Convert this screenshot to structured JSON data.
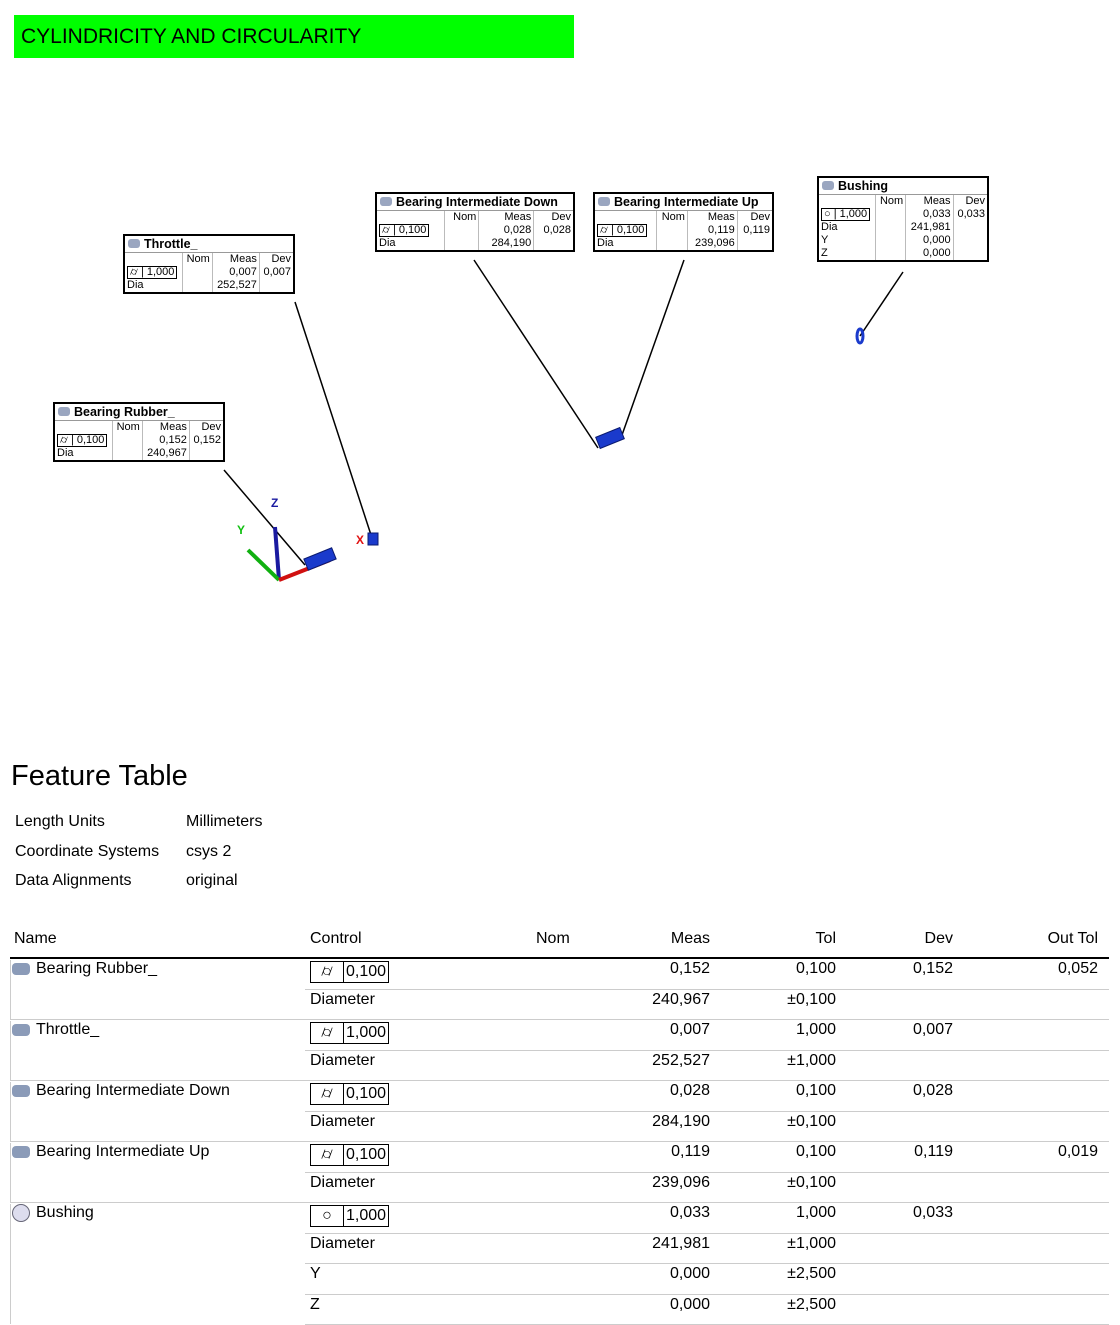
{
  "banner": "CYLINDRICITY AND CIRCULARITY",
  "axes": {
    "x": "X",
    "y": "Y",
    "z": "Z"
  },
  "callouts": [
    {
      "name": "Throttle_",
      "icon": "cylinder-icon",
      "sym": "⌭",
      "tol": "1,000",
      "meas": "0,007",
      "dev": "0,007",
      "dia": "252,527",
      "extra": []
    },
    {
      "name": "Bearing Rubber_",
      "icon": "cylinder-icon",
      "sym": "⌭",
      "tol": "0,100",
      "meas": "0,152",
      "dev": "0,152",
      "dia": "240,967",
      "extra": []
    },
    {
      "name": "Bearing Intermediate Down",
      "icon": "cylinder-icon",
      "sym": "⌭",
      "tol": "0,100",
      "meas": "0,028",
      "dev": "0,028",
      "dia": "284,190",
      "extra": []
    },
    {
      "name": "Bearing Intermediate Up",
      "icon": "cylinder-icon",
      "sym": "⌭",
      "tol": "0,100",
      "meas": "0,119",
      "dev": "0,119",
      "dia": "239,096",
      "extra": []
    },
    {
      "name": "Bushing",
      "icon": "circle-icon",
      "sym": "○",
      "tol": "1,000",
      "meas": "0,033",
      "dev": "0,033",
      "dia": "241,981",
      "extra": [
        [
          "Y",
          "0,000"
        ],
        [
          "Z",
          "0,000"
        ]
      ]
    }
  ],
  "callout_headers": {
    "nom": "Nom",
    "meas": "Meas",
    "dev": "Dev",
    "dia": "Dia"
  },
  "feature_table": {
    "title": "Feature Table",
    "meta": [
      [
        "Length Units",
        "Millimeters"
      ],
      [
        "Coordinate Systems",
        "csys 2"
      ],
      [
        "Data Alignments",
        "original"
      ]
    ],
    "columns": [
      "Name",
      "Control",
      "Nom",
      "Meas",
      "Tol",
      "Dev",
      "Out Tol"
    ],
    "features": [
      {
        "name": "Bearing Rubber_",
        "icon": "cylinder",
        "rows": [
          {
            "control": "⌭",
            "tol_box": "0,100",
            "meas": "0,152",
            "tol": "0,100",
            "dev": "0,152",
            "out": "0,052"
          },
          {
            "control": "Diameter",
            "meas": "240,967",
            "tol": "±0,100"
          }
        ]
      },
      {
        "name": "Throttle_",
        "icon": "cylinder",
        "rows": [
          {
            "control": "⌭",
            "tol_box": "1,000",
            "meas": "0,007",
            "tol": "1,000",
            "dev": "0,007",
            "out": ""
          },
          {
            "control": "Diameter",
            "meas": "252,527",
            "tol": "±1,000"
          }
        ]
      },
      {
        "name": "Bearing Intermediate Down",
        "icon": "cylinder",
        "rows": [
          {
            "control": "⌭",
            "tol_box": "0,100",
            "meas": "0,028",
            "tol": "0,100",
            "dev": "0,028",
            "out": ""
          },
          {
            "control": "Diameter",
            "meas": "284,190",
            "tol": "±0,100"
          }
        ]
      },
      {
        "name": "Bearing Intermediate Up",
        "icon": "cylinder",
        "rows": [
          {
            "control": "⌭",
            "tol_box": "0,100",
            "meas": "0,119",
            "tol": "0,100",
            "dev": "0,119",
            "out": "0,019"
          },
          {
            "control": "Diameter",
            "meas": "239,096",
            "tol": "±0,100"
          }
        ]
      },
      {
        "name": "Bushing",
        "icon": "circle",
        "rows": [
          {
            "control": "○",
            "tol_box": "1,000",
            "meas": "0,033",
            "tol": "1,000",
            "dev": "0,033",
            "out": ""
          },
          {
            "control": "Diameter",
            "meas": "241,981",
            "tol": "±1,000"
          },
          {
            "control": "Y",
            "meas": "0,000",
            "tol": "±2,500"
          },
          {
            "control": "Z",
            "meas": "0,000",
            "tol": "±2,500"
          }
        ]
      }
    ]
  }
}
